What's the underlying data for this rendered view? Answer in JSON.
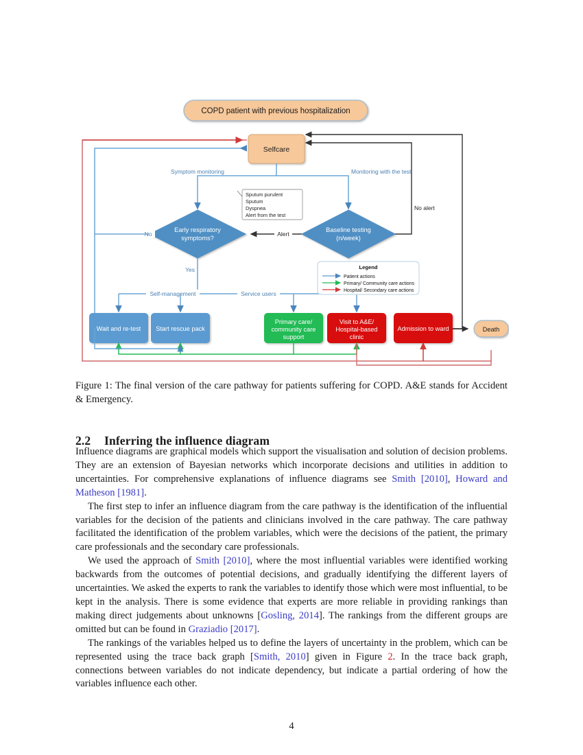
{
  "page": {
    "folio": "4"
  },
  "figure": {
    "caption": "Figure 1: The final version of the care pathway for patients suffering for COPD. A&E stands for Accident & Emergency.",
    "colors": {
      "peach_fill": "#f7c89a",
      "blue_fill": "#5b9bd1",
      "green_fill": "#22bb55",
      "red_fill": "#d81111",
      "patient_blue": "#5b9bd1",
      "primary_green": "#22bb55",
      "hospital_red": "#d04444",
      "black_line": "#333333"
    },
    "nodes": {
      "start": "COPD patient with previous hospitalization",
      "selfcare": "Selfcare",
      "early_symptoms_line1": "Early respiratory",
      "early_symptoms_line2": "symptoms?",
      "baseline_line1": "Baseline testing",
      "baseline_line2": "(n/week)",
      "wait": "Wait and re-test",
      "rescue": "Start rescue pack",
      "primary_line1": "Primary care/",
      "primary_line2": "community care",
      "primary_line3": "support",
      "ae_line1": "Visit to A&E/",
      "ae_line2": "Hospital-based",
      "ae_line3": "clinic",
      "admission": "Admission to ward",
      "death": "Death"
    },
    "edge_labels": {
      "symptom_monitoring": "Symptom monitoring",
      "monitoring_with_test": "Monitoring with the test",
      "no": "No",
      "yes": "Yes",
      "alert": "Alert",
      "no_alert": "No alert",
      "self_management": "Self-management",
      "service_users": "Service users"
    },
    "callout": {
      "items": [
        "Sputum purulent",
        "Sputum",
        "Dyspnea",
        "Alert from the test"
      ]
    },
    "legend": {
      "title": "Legend",
      "items": [
        {
          "label": "Patient actions",
          "color": "#5b9bd1"
        },
        {
          "label": "Primary/ Community  care actions",
          "color": "#22bb55"
        },
        {
          "label": "Hospital/ Secondary care actions",
          "color": "#dd3333"
        }
      ]
    }
  },
  "section": {
    "number": "2.2",
    "title": "Inferring the influence diagram"
  },
  "paragraphs": {
    "p1_a": "Influence diagrams are graphical models which support the visualisation and solution of decision problems. They are an extension of Bayesian networks which incorporate decisions and utilities in addition to uncertainties. For comprehensive explanations of influence diagrams see ",
    "p1_cite1": "Smith [2010]",
    "p1_b": ", ",
    "p1_cite2": "Howard and Matheson [1981]",
    "p1_c": ".",
    "p2": "The first step to infer an influence diagram from the care pathway is the identification of the influential variables for the decision of the patients and clinicians involved in the care pathway. The care pathway facilitated the identification of the problem variables, which were the decisions of the patient, the primary care professionals and the secondary care professionals.",
    "p3_a": "We used the approach of ",
    "p3_cite1": "Smith [2010]",
    "p3_b": ", where the most influential variables were identified working backwards from the outcomes of potential decisions, and gradually identifying the different layers of uncertainties. We asked the experts to rank the variables to identify those which were most influential, to be kept in the analysis. There is some evidence that experts are more reliable in providing rankings than making direct judgements about unknowns [",
    "p3_cite2": "Gosling, 2014",
    "p3_c": "]. The rankings from the different groups are omitted but can be found in ",
    "p3_cite3": "Graziadio [2017]",
    "p3_d": ".",
    "p4_a": "The rankings of the variables helped us to define the layers of uncertainty in the problem, which can be represented using the trace back graph [",
    "p4_cite1": "Smith, 2010",
    "p4_b": "] given in Figure ",
    "p4_ref": "2",
    "p4_c": ". In the trace back graph, connections between variables do not indicate dependency, but indicate a partial ordering of how the variables influence each other."
  }
}
